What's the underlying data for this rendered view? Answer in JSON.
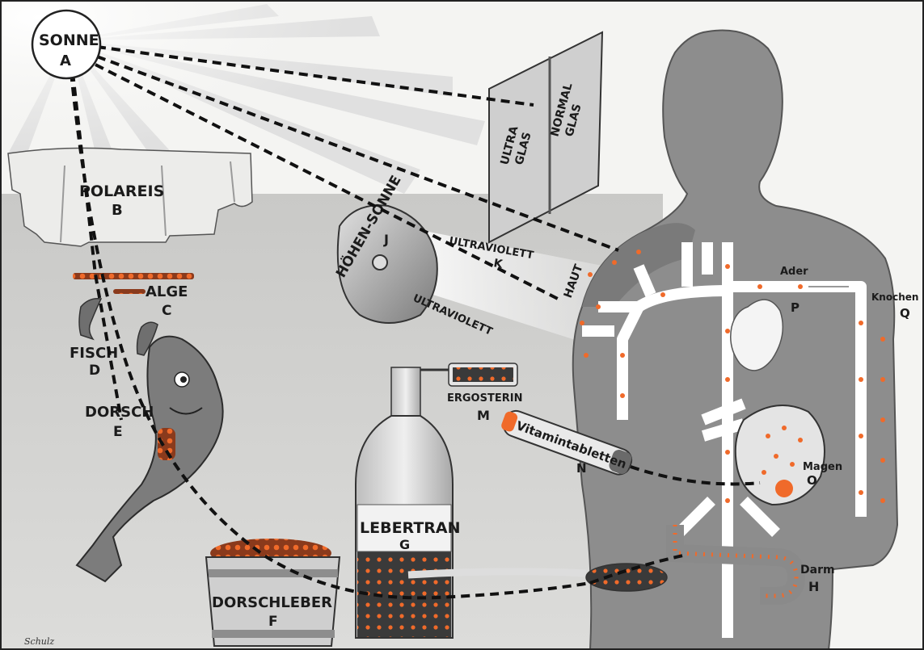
{
  "labels": {
    "sun": {
      "name": "SONNE",
      "letter": "A"
    },
    "polar_ice": {
      "name": "POLAREIS",
      "letter": "B"
    },
    "algae": {
      "name": "ALGE",
      "letter": "C"
    },
    "fish": {
      "name": "FISCH",
      "letter": "D"
    },
    "cod": {
      "name": "DORSCH",
      "letter": "E"
    },
    "cod_liver": {
      "name": "DORSCHLEBER",
      "letter": "F"
    },
    "cod_liver_oil": {
      "name": "LEBERTRAN",
      "letter": "G"
    },
    "intestine": {
      "name": "Darm",
      "letter": "H"
    },
    "sunlamp": {
      "name": "HÖHEN-SONNE",
      "letter": "J"
    },
    "uv_beam_top": {
      "name": "ULTRAVIOLETT",
      "letter": "K"
    },
    "uv_beam_bottom": {
      "name": "ULTRAVIOLETT"
    },
    "ergosterol": {
      "name": "ERGOSTERIN",
      "letter": "M"
    },
    "vitamin_tablets": {
      "name": "Vitamintabletten",
      "letter": "N"
    },
    "stomach": {
      "name": "Magen",
      "letter": "O"
    },
    "heart": {
      "letter": "P"
    },
    "bone": {
      "name": "Knochen",
      "letter": "Q"
    },
    "vein": {
      "name": "Ader"
    },
    "skin": {
      "name": "HAUT"
    },
    "ultra_glass": {
      "line1": "ULTRA",
      "line2": "GLAS"
    },
    "normal_glass": {
      "line1": "NORMAL",
      "line2": "GLAS"
    }
  },
  "signature": "Schulz",
  "colors": {
    "background": "#f4f4f2",
    "body": "#8d8d8d",
    "vessels": "#ffffff",
    "vitamin_dots": "#e8501c",
    "path": "#111111"
  }
}
